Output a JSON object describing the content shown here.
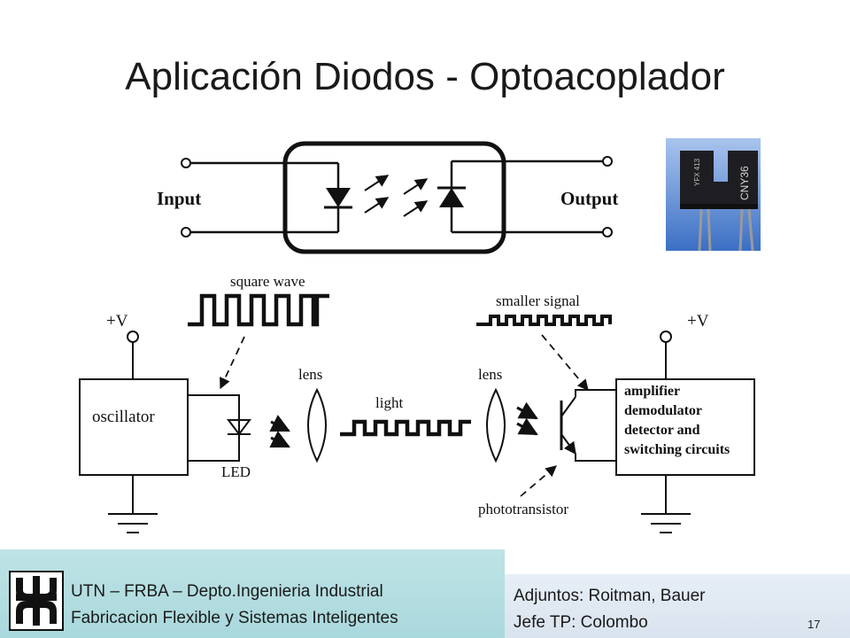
{
  "slide": {
    "title": "Aplicación Diodos - Optoacoplador",
    "page_number": "17"
  },
  "optocoupler": {
    "input_label": "Input",
    "output_label": "Output"
  },
  "component_photo": {
    "part_labels": [
      "CNY36",
      "YFX 413"
    ]
  },
  "circuit": {
    "left_supply": "+V",
    "right_supply": "+V",
    "square_wave_label": "square wave",
    "smaller_signal_label": "smaller signal",
    "oscillator_label": "oscillator",
    "led_label": "LED",
    "lens_left": "lens",
    "lens_right": "lens",
    "light_label": "light",
    "phototransistor_label": "phototransistor",
    "receiver_lines": [
      "amplifier",
      "demodulator",
      "detector and",
      "switching circuits"
    ]
  },
  "footer": {
    "line1": "UTN – FRBA – Depto.Ingenieria Industrial",
    "line2": "Fabricacion Flexible y Sistemas Inteligentes",
    "staff1": "Adjuntos: Roitman, Bauer",
    "staff2": "Jefe TP: Colombo"
  }
}
